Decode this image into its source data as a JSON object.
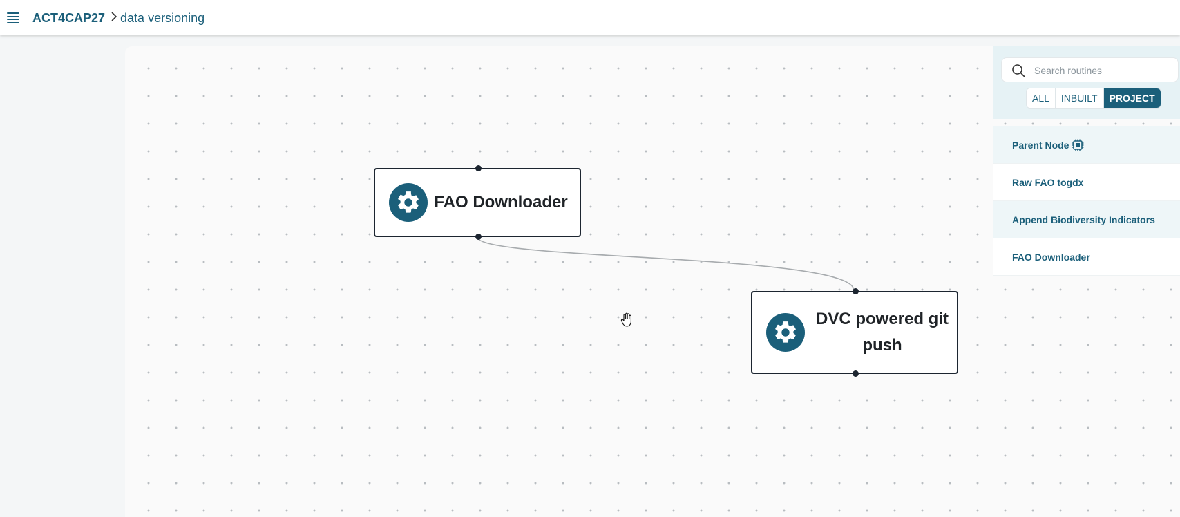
{
  "header": {
    "project_name": "ACT4CAP27",
    "separator": ">",
    "page_name": "data versioning"
  },
  "icons": {
    "menu": "hamburger-menu-icon",
    "node": "gear-icon",
    "search": "search-icon",
    "parent_node": "chip-icon",
    "cursor": "hand-grab-icon"
  },
  "colors": {
    "brand": "#1b5f7a",
    "node_border": "#1c2530",
    "panel_bg": "#e6f2f5"
  },
  "canvas": {
    "nodes": [
      {
        "id": "fao",
        "label": "FAO Downloader"
      },
      {
        "id": "dvc",
        "label": "DVC powered git push"
      }
    ]
  },
  "panel": {
    "search_placeholder": "Search routines",
    "filters": [
      {
        "label": "ALL",
        "active": false
      },
      {
        "label": "INBUILT",
        "active": false
      },
      {
        "label": "PROJECT",
        "active": true
      }
    ],
    "routines": [
      {
        "label": "Parent Node",
        "has_chip_icon": true
      },
      {
        "label": "Raw FAO togdx",
        "has_chip_icon": false
      },
      {
        "label": "Append Biodiversity Indicators",
        "has_chip_icon": false
      },
      {
        "label": "FAO Downloader",
        "has_chip_icon": false
      }
    ]
  }
}
